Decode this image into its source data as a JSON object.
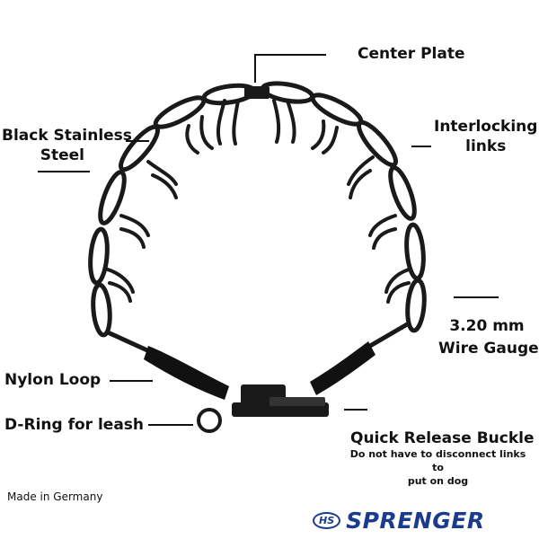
{
  "labels": {
    "center_plate": "Center Plate",
    "black_stainless_1": "Black Stainless",
    "black_stainless_2": "Steel",
    "interlocking_1": "Interlocking",
    "interlocking_2": "links",
    "wire_gauge_1": "3.20 mm",
    "wire_gauge_2": "Wire Gauge",
    "nylon_loop": "Nylon Loop",
    "d_ring": "D-Ring for leash",
    "quick_release": "Quick Release Buckle",
    "quick_release_note_1": "Do not have to disconnect links to",
    "quick_release_note_2": "put on dog"
  },
  "footer": {
    "made_in": "Made in Germany",
    "brand_badge": "HS",
    "brand_name": "SPRENGER"
  },
  "colors": {
    "metal": "#1a1a1a",
    "brand": "#1b3b8f"
  }
}
